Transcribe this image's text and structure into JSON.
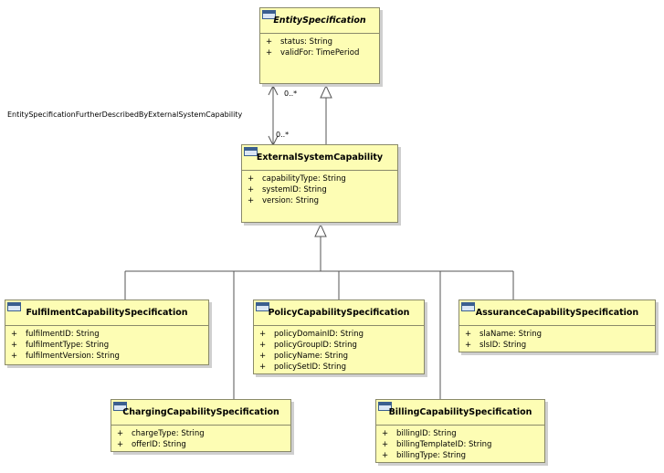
{
  "association": {
    "name": "EntitySpecificationFurtherDescribedByExternalSystemCapability",
    "multiplicity_source": "0..*",
    "multiplicity_target": "0..*"
  },
  "classes": {
    "entity_specification": {
      "name": "EntitySpecification",
      "abstract": true,
      "attributes": [
        {
          "vis": "+",
          "text": "status: String"
        },
        {
          "vis": "+",
          "text": "validFor: TimePeriod"
        }
      ]
    },
    "external_system_capability": {
      "name": "ExternalSystemCapability",
      "attributes": [
        {
          "vis": "+",
          "text": "capabilityType: String"
        },
        {
          "vis": "+",
          "text": "systemID: String"
        },
        {
          "vis": "+",
          "text": "version: String"
        }
      ]
    },
    "fulfilment": {
      "name": "FulfilmentCapabilitySpecification",
      "attributes": [
        {
          "vis": "+",
          "text": "fulfilmentID: String"
        },
        {
          "vis": "+",
          "text": "fulfilmentType: String"
        },
        {
          "vis": "+",
          "text": "fulfilmentVersion: String"
        }
      ]
    },
    "policy": {
      "name": "PolicyCapabilitySpecification",
      "attributes": [
        {
          "vis": "+",
          "text": "policyDomainID: String"
        },
        {
          "vis": "+",
          "text": "policyGroupID: String"
        },
        {
          "vis": "+",
          "text": "policyName: String"
        },
        {
          "vis": "+",
          "text": "policySetID: String"
        }
      ]
    },
    "assurance": {
      "name": "AssuranceCapabilitySpecification",
      "attributes": [
        {
          "vis": "+",
          "text": "slaName: String"
        },
        {
          "vis": "+",
          "text": "slsID: String"
        }
      ]
    },
    "charging": {
      "name": "ChargingCapabilitySpecification",
      "attributes": [
        {
          "vis": "+",
          "text": "chargeType: String"
        },
        {
          "vis": "+",
          "text": "offerID: String"
        }
      ]
    },
    "billing": {
      "name": "BillingCapabilitySpecification",
      "attributes": [
        {
          "vis": "+",
          "text": "billingID: String"
        },
        {
          "vis": "+",
          "text": "billingTemplateID: String"
        },
        {
          "vis": "+",
          "text": "billingType: String"
        }
      ]
    }
  }
}
